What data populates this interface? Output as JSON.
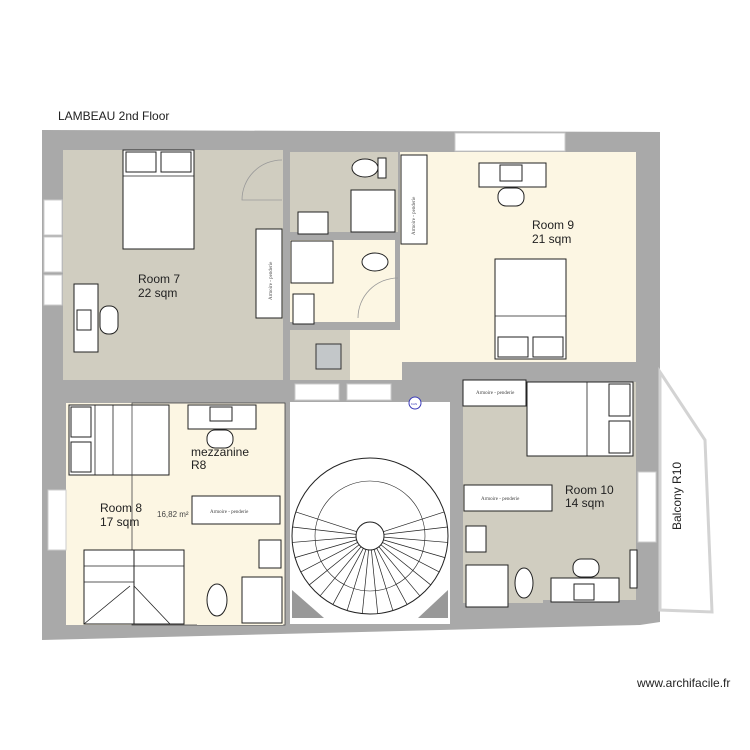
{
  "plan": {
    "title": "LAMBEAU 2nd Floor",
    "watermark": "www.archifacile.fr",
    "colors": {
      "wall": "#a9a9a9",
      "room_beige": "#d0cdc0",
      "room_cream": "#fcf6e3",
      "closet_box": "#c3c7c9"
    },
    "rooms": [
      {
        "name": "Room 7",
        "area": "22 sqm"
      },
      {
        "name": "Room 9",
        "area": "21 sqm"
      },
      {
        "name": "Room 8",
        "area": "17 sqm"
      },
      {
        "name": "Room 10",
        "area": "14 sqm"
      },
      {
        "name": "mezzanine",
        "area": "R8"
      },
      {
        "name": "Balcony R10"
      }
    ],
    "mezzanine_area": "16,82 m²",
    "wardrobe_label": "Armoire - penderie",
    "stair_marker": "KAN"
  }
}
